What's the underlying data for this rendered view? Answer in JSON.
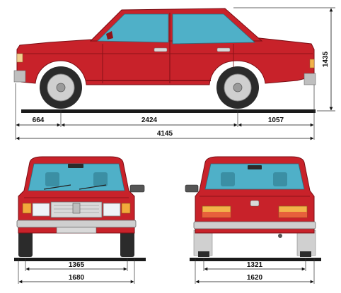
{
  "diagram": {
    "side_view": {
      "front_overhang": "664",
      "wheelbase": "2424",
      "rear_overhang": "1057",
      "overall_length": "4145",
      "height": "1435"
    },
    "front_view": {
      "track": "1365",
      "overall_width": "1680"
    },
    "rear_view": {
      "track": "1321",
      "overall_width": "1620"
    }
  },
  "colors": {
    "body": "#c8222a",
    "body_dark": "#8e1218",
    "glass": "#4fb0c8",
    "chrome": "#d9d9d9",
    "tire": "#2b2b2b",
    "ground": "#1a1a1a",
    "headlight": "#f2a93b",
    "taillight": "#f3b24a"
  }
}
